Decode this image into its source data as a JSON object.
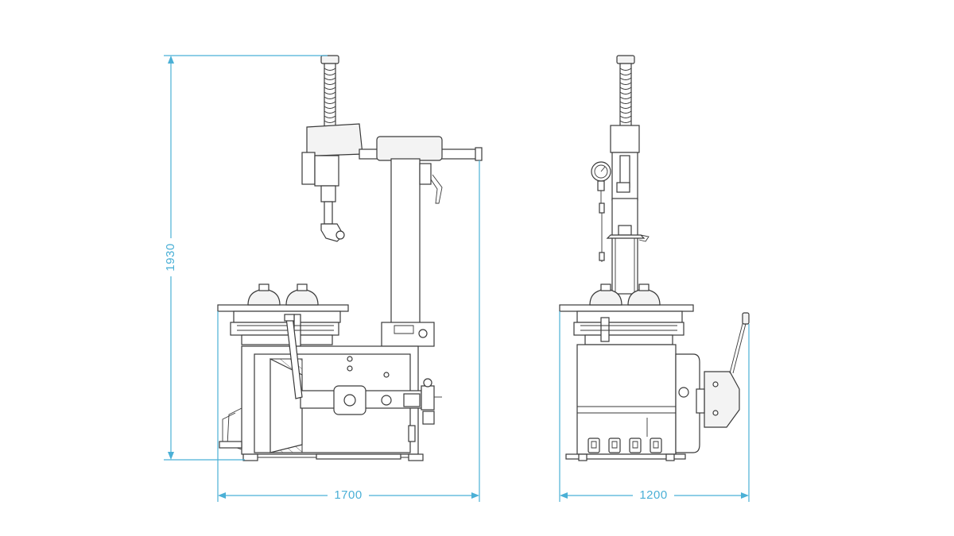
{
  "dimensions": {
    "height_label": "1930",
    "front_width_label": "1700",
    "side_width_label": "1200"
  },
  "colors": {
    "dimension_line": "#4bb0d6",
    "drawing_line": "#3a3a3a",
    "background": "#ffffff"
  }
}
